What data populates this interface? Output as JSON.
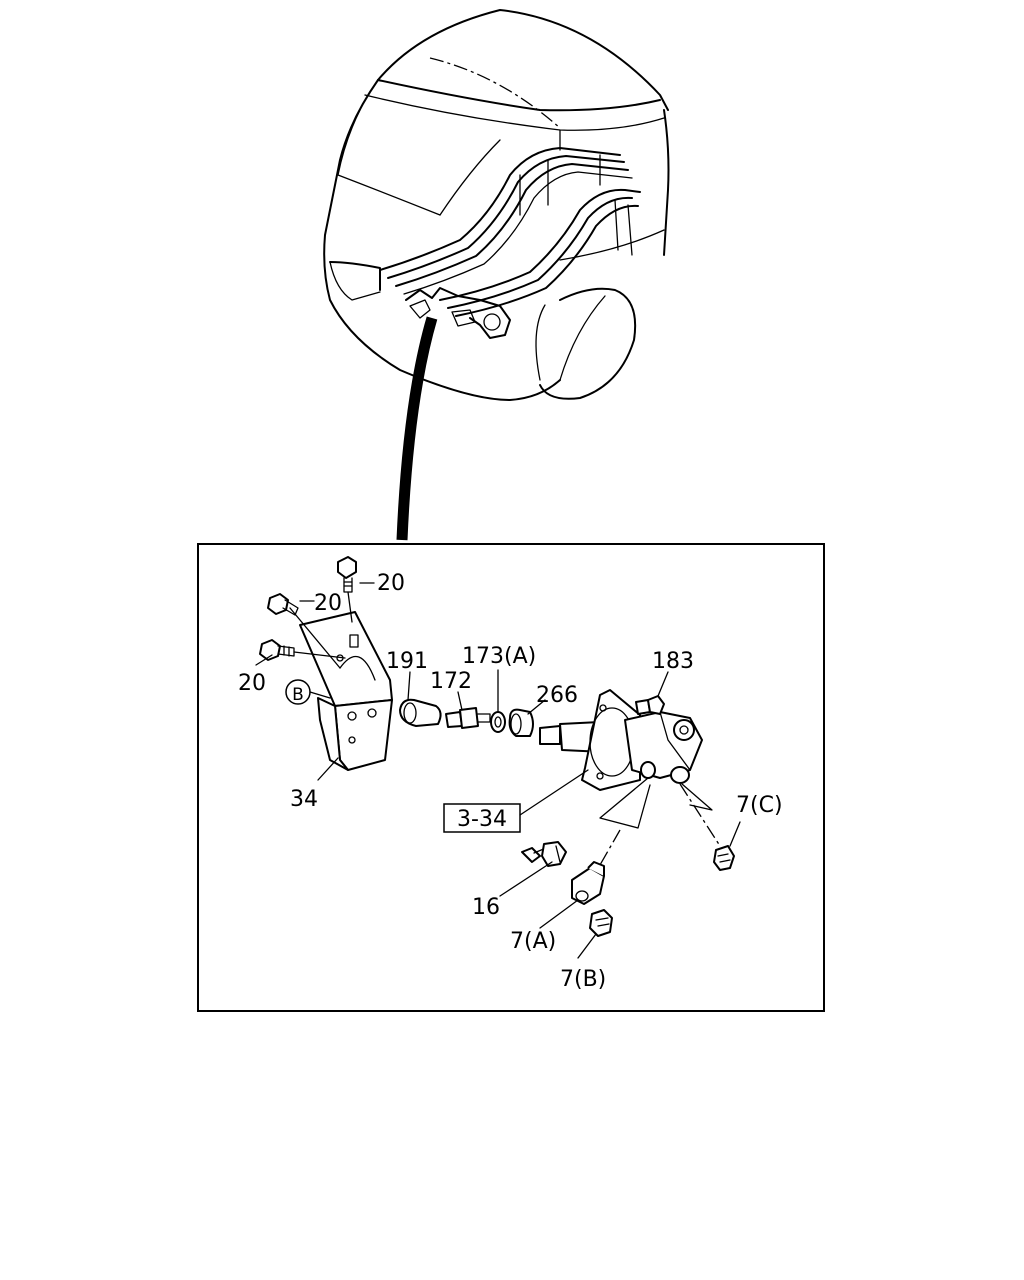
{
  "callouts": {
    "c20_top": "20",
    "c20_mid": "20",
    "c20_left": "20",
    "cB": "B",
    "c34": "34",
    "c191": "191",
    "c172": "172",
    "c173A": "173(A)",
    "c266": "266",
    "c183": "183",
    "c334": "3-34",
    "c7C": "7(C)",
    "c16": "16",
    "c7A": "7(A)",
    "c7B": "7(B)"
  }
}
